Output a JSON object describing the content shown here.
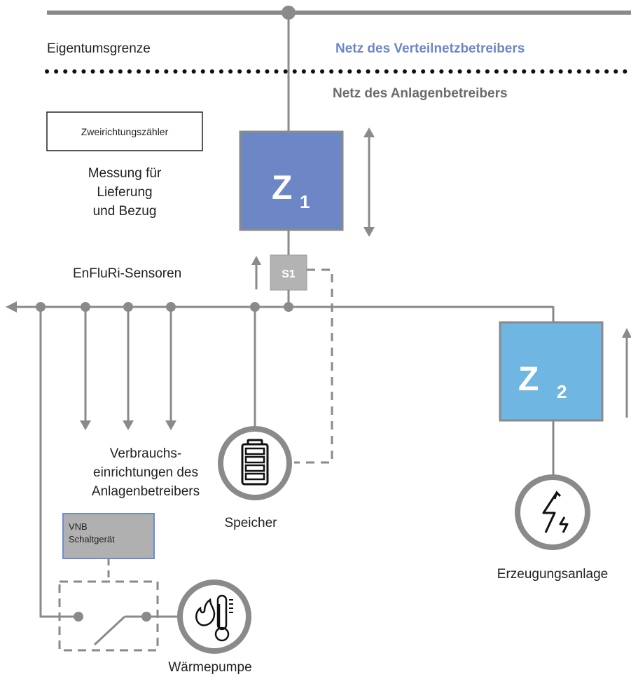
{
  "labels": {
    "eigentumsgrenze": "Eigentumsgrenze",
    "netz_vnb": "Netz des Verteilnetzbetreibers",
    "netz_anlagenbetreiber": "Netz des Anlagenbetreibers",
    "zweirichtungszaehler": "Zweirichtungszähler",
    "messung_line1": "Messung für",
    "messung_line2": "Lieferung",
    "messung_line3": "und Bezug",
    "enfluri_sensoren": "EnFluRi-Sensoren",
    "verbrauch_line1": "Verbrauchs-",
    "verbrauch_line2": "einrichtungen des",
    "verbrauch_line3": "Anlagenbetreibers",
    "vnb_line1": "VNB",
    "vnb_line2": "Schaltgerät",
    "speicher": "Speicher",
    "erzeugungsanlage": "Erzeugungsanlage",
    "waermepumpe": "Wärmepumpe"
  },
  "meters": {
    "z1_letter": "Z",
    "z1_index": "1",
    "z2_letter": "Z",
    "z2_index": "2"
  },
  "sensor": {
    "label": "S1"
  },
  "icons": {
    "battery": "battery-icon",
    "lightning": "lightning-icon",
    "heat_pump": "thermometer-flame-icon"
  },
  "colors": {
    "line": "#8a8a8a",
    "z1_fill": "#6d87c6",
    "z2_fill": "#6fb6e3",
    "sensor_fill": "#b3b3b3",
    "vnb_fill": "#b0b0b0",
    "vnb_border": "#6b8cd1",
    "netz_vnb_text": "#6d87c6",
    "netz_ab_text": "#6b6b6b"
  }
}
